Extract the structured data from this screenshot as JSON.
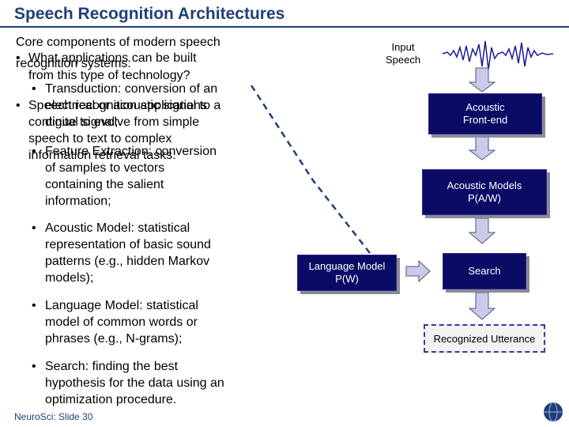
{
  "slide": {
    "title": "Speech Recognition Architectures",
    "footer": "NeuroSci: Slide 30"
  },
  "intro_text": [
    "Core components of modern speech",
    "recognition systems:"
  ],
  "overlap_bullets": [
    [
      "What applications can be built",
      "from this type of technology?"
    ],
    [
      "Speech recognition applications",
      "continue to evolve from simple",
      "speech to text to complex",
      "information retrieval tasks."
    ]
  ],
  "bullets": [
    [
      "Transduction: conversion of an",
      "electrical or acoustic signal to a",
      "digital signal;"
    ],
    [
      "Feature Extraction: conversion",
      "of samples to vectors",
      "containing the salient",
      "information;"
    ],
    [
      "Acoustic Model: statistical",
      "representation of basic sound",
      "patterns (e.g., hidden Markov",
      "models);"
    ],
    [
      "Language Model: statistical",
      "model of common words or",
      "phrases (e.g., N-grams);"
    ],
    [
      "Search: finding the best",
      "hypothesis for the data using an",
      "optimization procedure."
    ]
  ],
  "diagram": {
    "input_label": [
      "Input",
      "Speech"
    ],
    "front_end": [
      "Acoustic",
      "Front-end"
    ],
    "acoustic_models": [
      "Acoustic Models",
      "P(A/W)"
    ],
    "language_model": [
      "Language Model",
      "P(W)"
    ],
    "search": "Search",
    "output": "Recognized Utterance"
  },
  "colors": {
    "title": "#1f3f7a",
    "box_fill": "#0b0b66",
    "arrow_fill": "#c9cce8"
  },
  "logo_icon": "globe-icon"
}
